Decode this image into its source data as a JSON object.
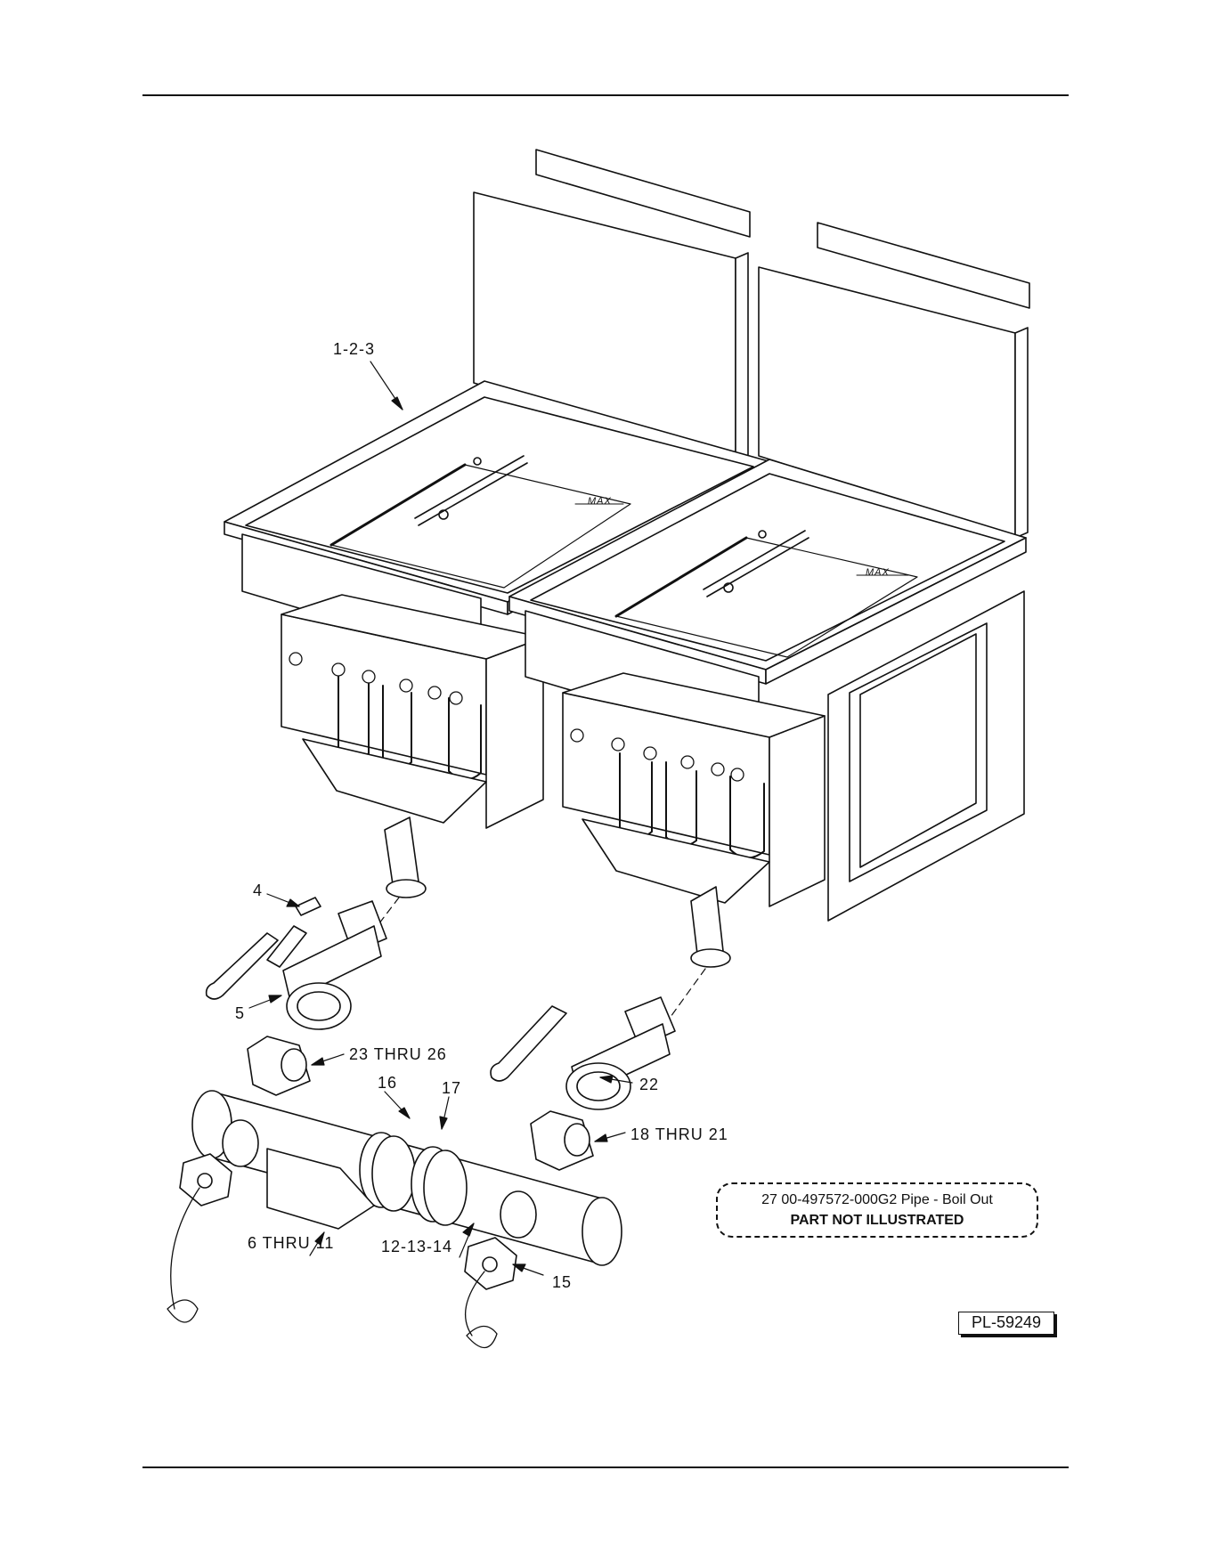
{
  "callouts": [
    {
      "id": "c1",
      "label": "1-2-3"
    },
    {
      "id": "c4",
      "label": "4"
    },
    {
      "id": "c5",
      "label": "5"
    },
    {
      "id": "c23",
      "label": "23 THRU 26"
    },
    {
      "id": "c16",
      "label": "16"
    },
    {
      "id": "c17",
      "label": "17"
    },
    {
      "id": "c22",
      "label": "22"
    },
    {
      "id": "c18",
      "label": "18 THRU 21"
    },
    {
      "id": "c6",
      "label": "6 THRU 11"
    },
    {
      "id": "c12",
      "label": "12-13-14"
    },
    {
      "id": "c15",
      "label": "15"
    }
  ],
  "note": {
    "line1": "27  00-497572-000G2  Pipe - Boil Out",
    "line2": "PART NOT ILLUSTRATED"
  },
  "reference": "PL-59249",
  "labels": {
    "max_mark": "MAX"
  }
}
